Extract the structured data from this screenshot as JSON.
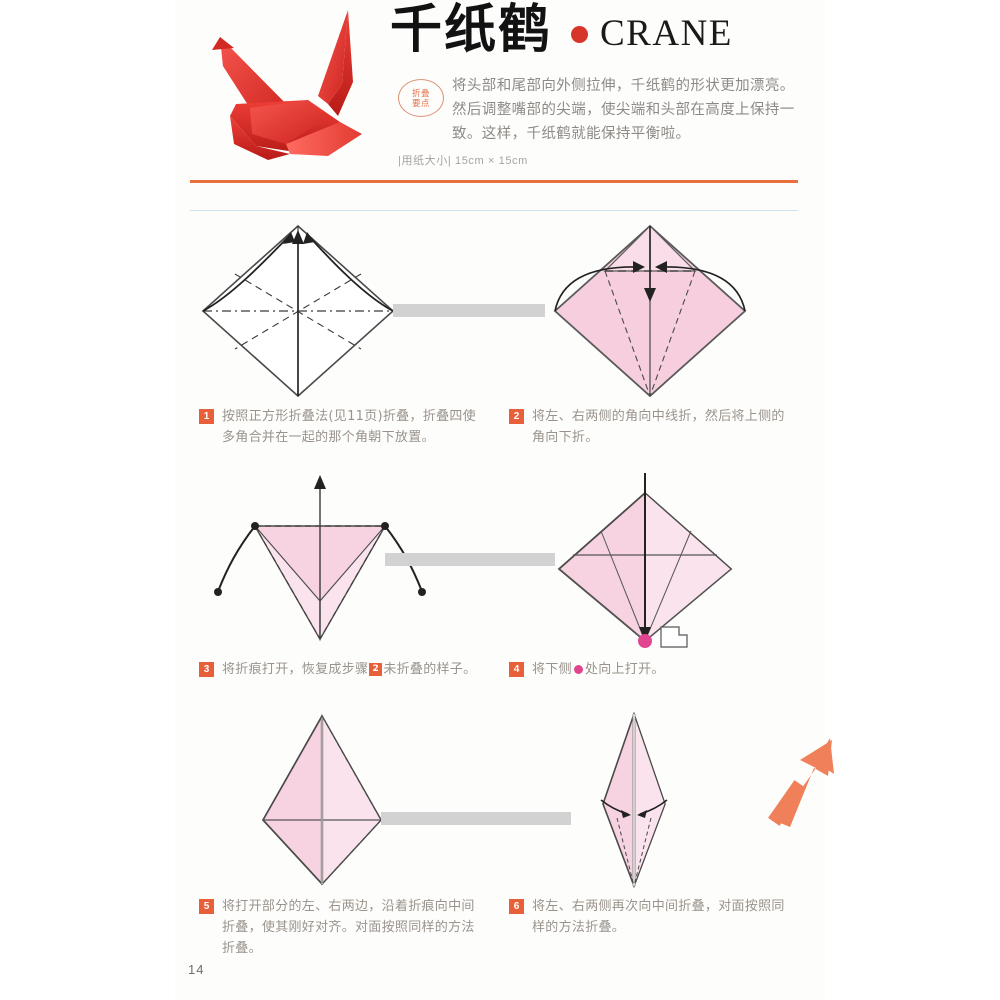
{
  "header": {
    "title_zh": "千纸鹤",
    "title_en": "CRANE",
    "tip_badge_line1": "折叠",
    "tip_badge_line2": "要点",
    "tip_text": "将头部和尾部向外侧拉伸，千纸鹤的形状更加漂亮。然后调整嘴部的尖端，使尖端和头部在高度上保持一致。这样，千纸鹤就能保持平衡啦。",
    "paper_size_label": "|用纸大小|",
    "paper_size_value": "15cm × 15cm",
    "photo_alt": "red-paper-crane-photo"
  },
  "colors": {
    "accent_orange": "#e8703c",
    "title_dot_red": "#d8352a",
    "paper_pink": "#f6cede",
    "paper_pink_light": "#fae3ec",
    "marker_pink": "#e0468f",
    "connector_grey": "#d2d2d2",
    "caption_grey": "#9a938d",
    "thin_rule_blue": "#cfe3ef"
  },
  "steps": [
    {
      "number": "1",
      "text_parts": [
        {
          "type": "text",
          "value": "按照正方形折叠法(见11页)折叠，折叠四使多角合并在一起的那个角朝下放置。"
        }
      ],
      "figure": "white-diamond-with-fold-creases",
      "figure_name": "step-1-diagram"
    },
    {
      "number": "2",
      "text_parts": [
        {
          "type": "text",
          "value": "将左、右两侧的角向中线折，然后将上侧的角向下折。"
        }
      ],
      "figure": "pink-diamond-with-side-folds",
      "figure_name": "step-2-diagram"
    },
    {
      "number": "3",
      "text_parts": [
        {
          "type": "text",
          "value": "将折痕打开，恢复成步骤"
        },
        {
          "type": "num",
          "value": "2"
        },
        {
          "type": "text",
          "value": "未折叠的样子。"
        }
      ],
      "figure": "pink-inverted-triangle-open",
      "figure_name": "step-3-diagram"
    },
    {
      "number": "4",
      "text_parts": [
        {
          "type": "text",
          "value": "将下侧"
        },
        {
          "type": "dot",
          "value": "●"
        },
        {
          "type": "text",
          "value": "处向上打开。"
        }
      ],
      "figure": "pink-diamond-with-pink-dot-and-hand",
      "figure_name": "step-4-diagram"
    },
    {
      "number": "5",
      "text_parts": [
        {
          "type": "text",
          "value": "将打开部分的左、右两边，沿着折痕向中间折叠，使其刚好对齐。对面按照同样的方法折叠。"
        }
      ],
      "figure": "pink-kite-shape",
      "figure_name": "step-5-diagram"
    },
    {
      "number": "6",
      "text_parts": [
        {
          "type": "text",
          "value": "将左、右两侧再次向中间折叠，对面按照同样的方法折叠。"
        }
      ],
      "figure": "narrow-pink-diamond",
      "figure_name": "step-6-diagram"
    }
  ],
  "flip_icon_label": "flip-over-arrows",
  "next_page_arrow_label": "continue-arrow",
  "page_number": "14"
}
